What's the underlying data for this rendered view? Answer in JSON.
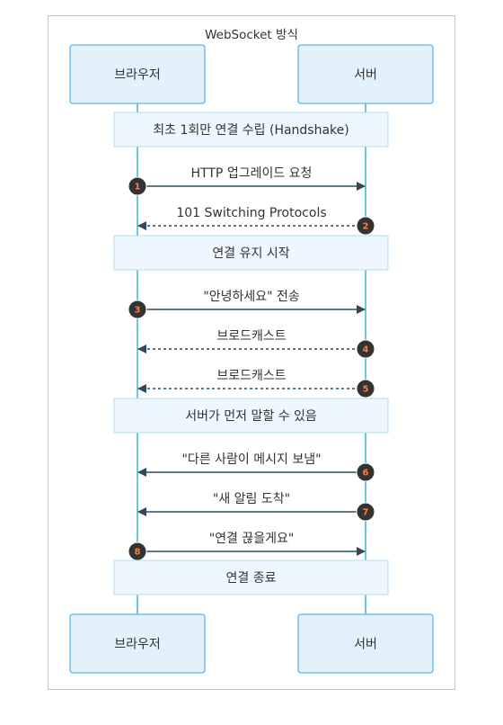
{
  "diagram": {
    "title": "WebSocket 방식",
    "participants": [
      {
        "id": "browser",
        "label": "브라우저"
      },
      {
        "id": "server",
        "label": "서버"
      }
    ],
    "steps": [
      {
        "kind": "note",
        "text": "최초 1회만 연결 수립 (Handshake)"
      },
      {
        "kind": "message",
        "num": "1",
        "from": "browser",
        "to": "server",
        "style": "solid",
        "text": "HTTP 업그레이드 요청"
      },
      {
        "kind": "message",
        "num": "2",
        "from": "server",
        "to": "browser",
        "style": "dashed",
        "text": "101 Switching Protocols"
      },
      {
        "kind": "note",
        "text": "연결 유지 시작"
      },
      {
        "kind": "message",
        "num": "3",
        "from": "browser",
        "to": "server",
        "style": "solid",
        "text": "\"안녕하세요\" 전송"
      },
      {
        "kind": "message",
        "num": "4",
        "from": "server",
        "to": "browser",
        "style": "dashed",
        "text": "브로드캐스트"
      },
      {
        "kind": "message",
        "num": "5",
        "from": "server",
        "to": "browser",
        "style": "dashed",
        "text": "브로드캐스트"
      },
      {
        "kind": "note",
        "text": "서버가 먼저 말할 수 있음"
      },
      {
        "kind": "message",
        "num": "6",
        "from": "server",
        "to": "browser",
        "style": "solid",
        "text": "\"다른 사람이 메시지 보냄\""
      },
      {
        "kind": "message",
        "num": "7",
        "from": "server",
        "to": "browser",
        "style": "solid",
        "text": "\"새 알림 도착\""
      },
      {
        "kind": "message",
        "num": "8",
        "from": "browser",
        "to": "server",
        "style": "solid",
        "text": "\"연결 끊을게요\""
      },
      {
        "kind": "note",
        "text": "연결 종료"
      }
    ]
  },
  "colors": {
    "actor_fill": "#e3f1fb",
    "actor_border": "#5cb8e6",
    "lifeline": "#3fb0e0",
    "note_fill": "#eef7fd",
    "note_border": "#b3dcf3",
    "arrow": "#2d4a5a",
    "badge_fill": "#333333",
    "badge_text": "#ff7e3f"
  }
}
